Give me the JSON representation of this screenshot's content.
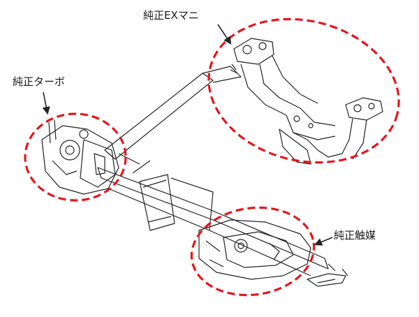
{
  "labels": {
    "exhaust_manifest": "純正EXマニ",
    "turbo": "純正ターボ",
    "catalyst": "純正触媒"
  },
  "colors": {
    "highlight": "#e8141b",
    "line": "#222222",
    "text": "#1a1a1a"
  }
}
